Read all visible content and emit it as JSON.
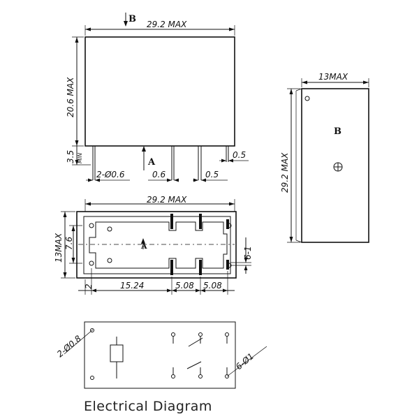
{
  "front_view": {
    "width_label": "29.2 MAX",
    "height_label": "20.6 MAX",
    "pin_height_label": "3.5",
    "pin_height_sub": "MIN",
    "coil_pin_label": "2-Ø0.6",
    "pin_width_a": "0.6",
    "pin_width_b": "0.5",
    "pin_width_c": "0.5",
    "view_b_marker": "B",
    "view_a_marker": "A"
  },
  "side_view": {
    "width_label": "13MAX",
    "height_label": "29.2 MAX",
    "marker": "B",
    "plus_symbol": "+"
  },
  "bottom_view": {
    "width_label": "29.2 MAX",
    "height_label": "13MAX",
    "inner_height_label": "7.6",
    "spacing_1": "2",
    "spacing_2": "15.24",
    "spacing_3": "5.08",
    "spacing_4": "5.08",
    "right_label": "6-1",
    "marker": "A"
  },
  "electrical": {
    "coil_hole_label": "2-Ø0.8",
    "contact_hole_label": "6-Ø1",
    "caption": "Electrical  Diagram"
  }
}
